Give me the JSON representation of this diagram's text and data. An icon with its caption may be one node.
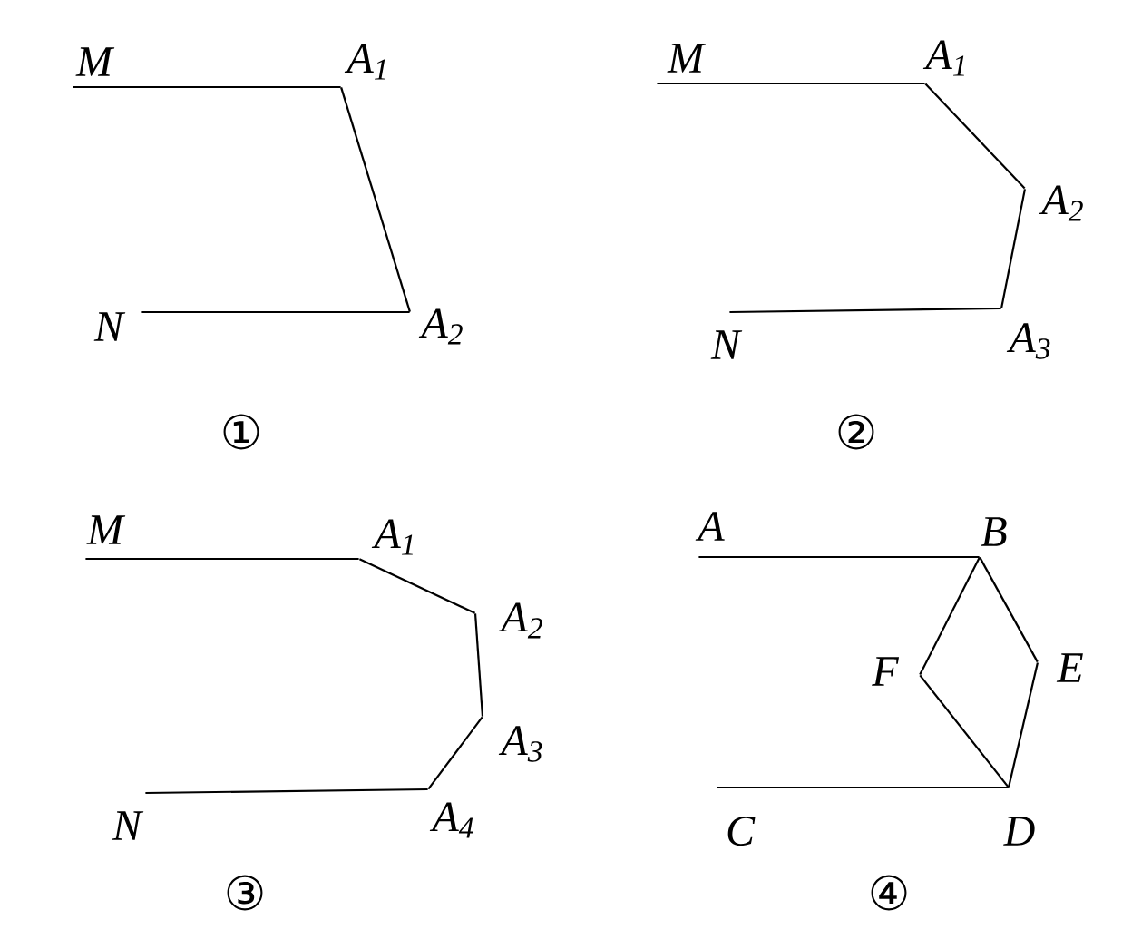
{
  "diagram": {
    "nodes": [
      {
        "text": [
          "M"
        ]
      },
      {
        "text": [
          "A$_{1}$"
        ]
      },
      {
        "text": [
          "A$_{2}$"
        ]
      },
      {
        "text": [
          "N"
        ]
      },
      {
        "text": [
          "M"
        ]
      },
      {
        "text": [
          "A$_{1}$"
        ]
      },
      {
        "text": [
          "A$_{2}$"
        ]
      },
      {
        "text": [
          "A$_{3}$"
        ]
      },
      {
        "text": [
          "N"
        ]
      },
      {
        "text": [
          "M"
        ]
      },
      {
        "text": [
          "A$_{1}$"
        ]
      },
      {
        "text": [
          "A$_{2}$"
        ]
      },
      {
        "text": [
          "A$_{3}$"
        ]
      },
      {
        "text": [
          "A$_{4}$"
        ]
      },
      {
        "text": [
          "N"
        ]
      },
      {
        "text": [
          "A"
        ]
      },
      {
        "text": [
          "B"
        ]
      },
      {
        "text": [
          "E"
        ]
      },
      {
        "text": [
          "D"
        ]
      },
      {
        "text": [
          "F"
        ]
      },
      {
        "text": [
          "C"
        ]
      }
    ],
    "edges": [
      {
        "from": 0,
        "to": 1,
        "arrow": "none"
      },
      {
        "from": 1,
        "to": 2,
        "arrow": "none"
      },
      {
        "from": 2,
        "to": 3,
        "arrow": "none"
      },
      {
        "from": 4,
        "to": 5,
        "arrow": "none"
      },
      {
        "from": 5,
        "to": 6,
        "arrow": "none"
      },
      {
        "from": 6,
        "to": 7,
        "arrow": "none"
      },
      {
        "from": 7,
        "to": 8,
        "arrow": "none"
      },
      {
        "from": 9,
        "to": 10,
        "arrow": "none"
      },
      {
        "from": 10,
        "to": 11,
        "arrow": "none"
      },
      {
        "from": 11,
        "to": 12,
        "arrow": "none"
      },
      {
        "from": 12,
        "to": 13,
        "arrow": "none"
      },
      {
        "from": 13,
        "to": 14,
        "arrow": "none"
      },
      {
        "from": 15,
        "to": 16,
        "arrow": "none"
      },
      {
        "from": 16,
        "to": 17,
        "arrow": "none"
      },
      {
        "from": 17,
        "to": 18,
        "arrow": "none"
      },
      {
        "from": 16,
        "to": 19,
        "arrow": "none"
      },
      {
        "from": 19,
        "to": 18,
        "arrow": "none"
      },
      {
        "from": 20,
        "to": 18,
        "arrow": "none"
      }
    ],
    "labels": [
      "①",
      "②",
      "③",
      "④"
    ]
  }
}
